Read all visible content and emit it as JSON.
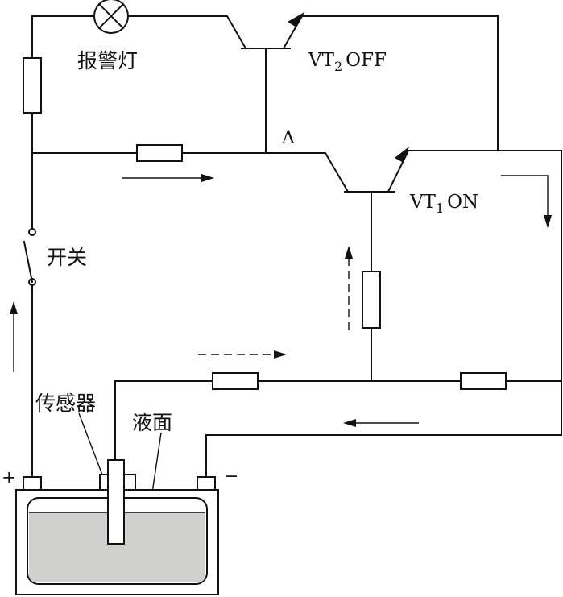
{
  "labels": {
    "lamp": "报警灯",
    "switch": "开关",
    "sensor": "传感器",
    "liquid": "液面",
    "node_a": "A",
    "vt2": "VT",
    "vt2_sub": "2",
    "vt2_state": "OFF",
    "vt1": "VT",
    "vt1_sub": "1",
    "vt1_state": "ON",
    "plus": "+",
    "minus": "−"
  },
  "colors": {
    "line": "#111111",
    "liquid_fill": "#d0d0cc",
    "background": "#ffffff"
  },
  "icons": {
    "lamp": "lamp-cross-icon",
    "resistor": "resistor-rect-icon",
    "transistor": "npn-transistor-icon",
    "switch": "open-switch-icon",
    "battery": "battery-tank-icon"
  }
}
